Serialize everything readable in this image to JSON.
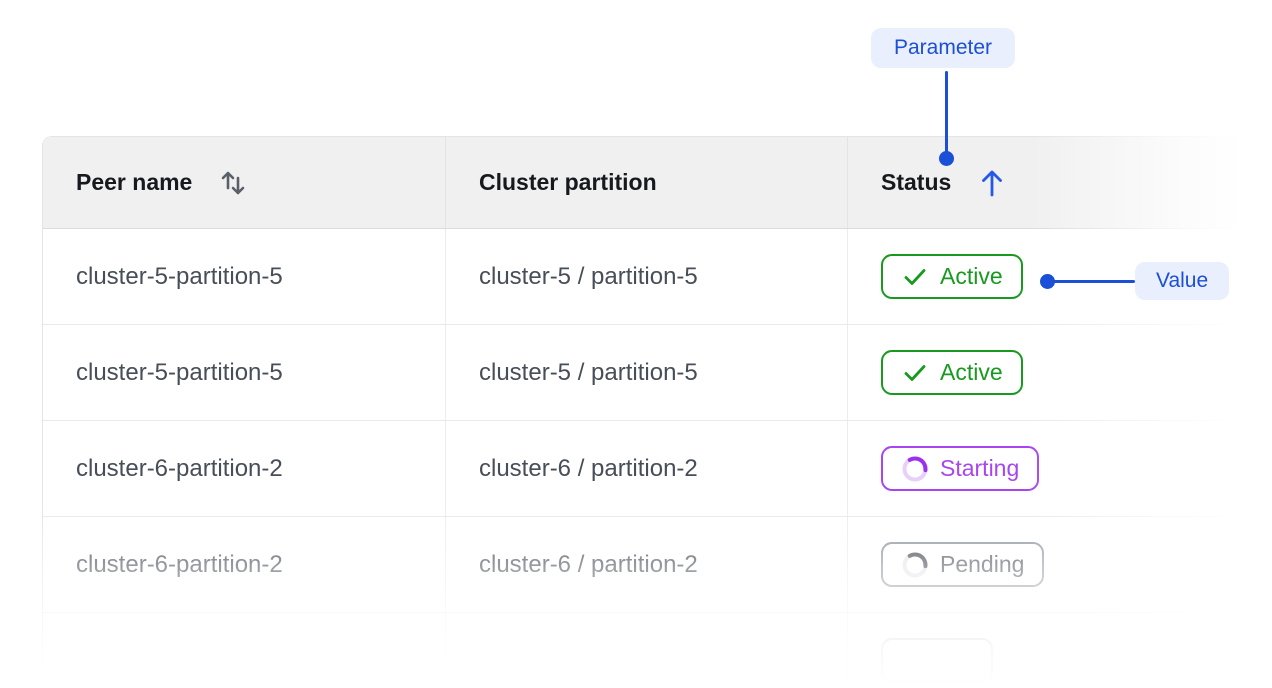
{
  "annotations": {
    "parameter_label": "Parameter",
    "value_label": "Value",
    "accent_color": "#1c4fd8",
    "callout_bg": "#e9effd"
  },
  "table": {
    "columns": [
      {
        "label": "Peer name",
        "sortable": true,
        "sort_icon": "swap-vertical-icon",
        "sort_state": "none"
      },
      {
        "label": "Cluster partition",
        "sortable": false
      },
      {
        "label": "Status",
        "sortable": true,
        "sort_icon": "arrow-up-icon",
        "sort_state": "ascending"
      }
    ],
    "rows": [
      {
        "peer_name": "cluster-5-partition-5",
        "cluster_partition": "cluster-5 / partition-5",
        "status": {
          "label": "Active",
          "state": "active",
          "icon": "check-icon",
          "color": "#179a1f"
        }
      },
      {
        "peer_name": "cluster-5-partition-5",
        "cluster_partition": "cluster-5 / partition-5",
        "status": {
          "label": "Active",
          "state": "active",
          "icon": "check-icon",
          "color": "#179a1f"
        }
      },
      {
        "peer_name": "cluster-6-partition-2",
        "cluster_partition": "cluster-6 / partition-2",
        "status": {
          "label": "Starting",
          "state": "starting",
          "icon": "spinner-icon",
          "color": "#a845f0"
        }
      },
      {
        "peer_name": "cluster-6-partition-2",
        "cluster_partition": "cluster-6 / partition-2",
        "status": {
          "label": "Pending",
          "state": "pending",
          "icon": "spinner-icon",
          "color": "#565d66"
        }
      },
      {
        "peer_name": "",
        "cluster_partition": "",
        "status": {
          "label": "",
          "state": "unknown",
          "icon": "",
          "color": "#b9bdc2"
        }
      }
    ],
    "header_bg": "#f0f0f1"
  }
}
